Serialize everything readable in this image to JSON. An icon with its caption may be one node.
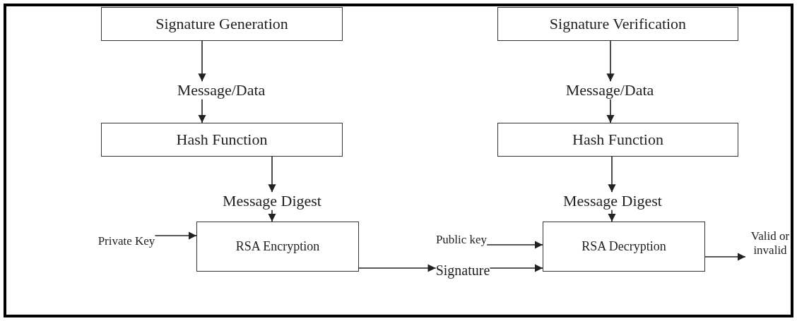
{
  "diagram": {
    "nodes": [
      {
        "text": [
          "Signature Generation"
        ]
      },
      {
        "text": [
          "Message/Data"
        ]
      },
      {
        "text": [
          "Hash Function"
        ]
      },
      {
        "text": [
          "Message Digest"
        ]
      },
      {
        "text": [
          "RSA Encryption"
        ]
      },
      {
        "text": [
          "Private Key"
        ]
      },
      {
        "text": [
          "Signature"
        ]
      },
      {
        "text": [
          "Signature Verification"
        ]
      },
      {
        "text": [
          "Message/Data"
        ]
      },
      {
        "text": [
          "Hash Function"
        ]
      },
      {
        "text": [
          "Message Digest"
        ]
      },
      {
        "text": [
          "RSA Decryption"
        ]
      },
      {
        "text": [
          "Public key"
        ]
      },
      {
        "text": [
          "Valid or invalid"
        ]
      }
    ],
    "edges": [
      {
        "from": 0,
        "to": 1,
        "arrow": "to"
      },
      {
        "from": 1,
        "to": 2,
        "arrow": "to"
      },
      {
        "from": 2,
        "to": 3,
        "arrow": "to"
      },
      {
        "from": 3,
        "to": 4,
        "arrow": "to"
      },
      {
        "from": 5,
        "to": 4,
        "arrow": "to"
      },
      {
        "from": 4,
        "to": 6,
        "arrow": "to"
      },
      {
        "from": 6,
        "to": 11,
        "arrow": "to"
      },
      {
        "from": 7,
        "to": 8,
        "arrow": "to"
      },
      {
        "from": 8,
        "to": 9,
        "arrow": "to"
      },
      {
        "from": 9,
        "to": 10,
        "arrow": "to"
      },
      {
        "from": 10,
        "to": 11,
        "arrow": "to"
      },
      {
        "from": 12,
        "to": 11,
        "arrow": "to"
      },
      {
        "from": 11,
        "to": 13,
        "arrow": "to"
      }
    ]
  }
}
